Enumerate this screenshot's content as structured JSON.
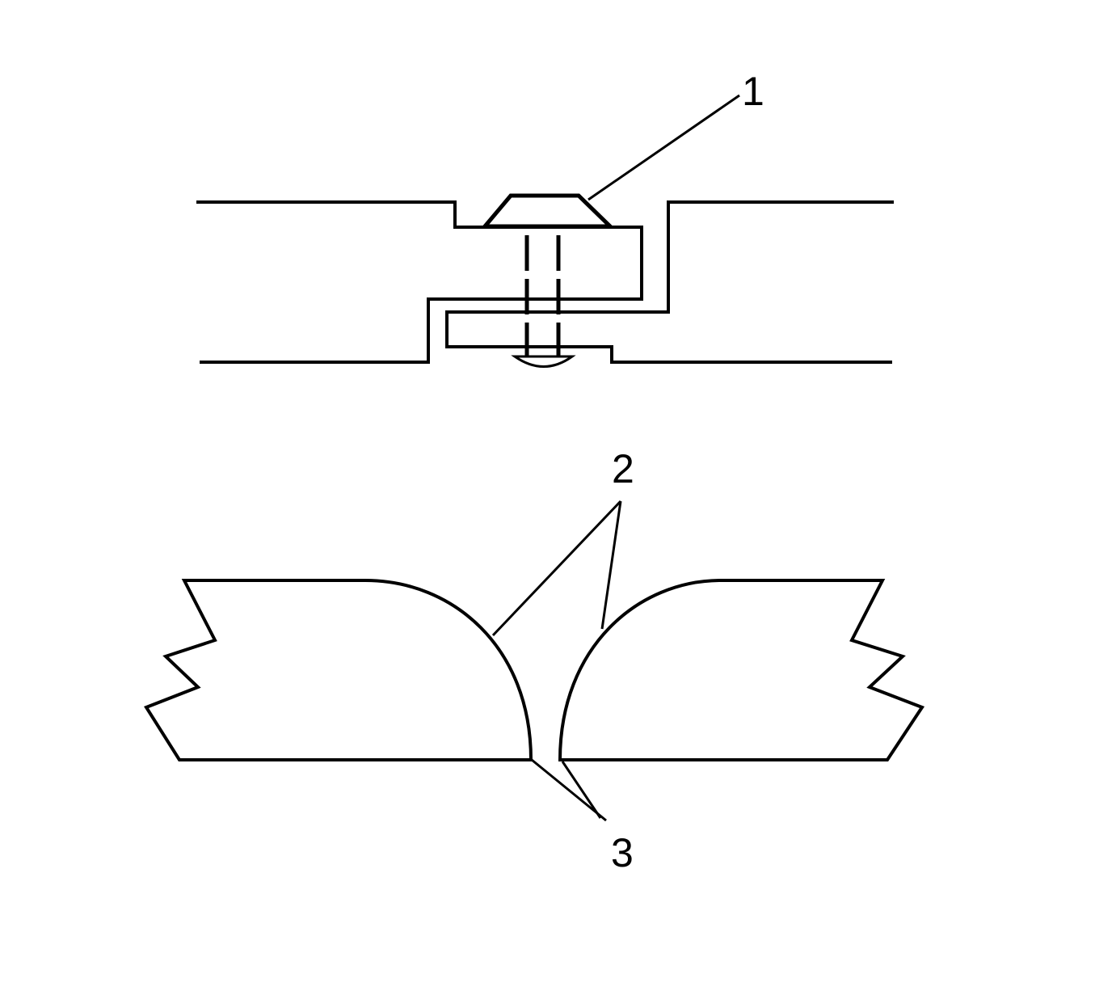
{
  "callouts": {
    "c1": "1",
    "c2": "2",
    "c3": "3"
  },
  "colors": {
    "stroke": "#000000",
    "background": "#ffffff"
  }
}
